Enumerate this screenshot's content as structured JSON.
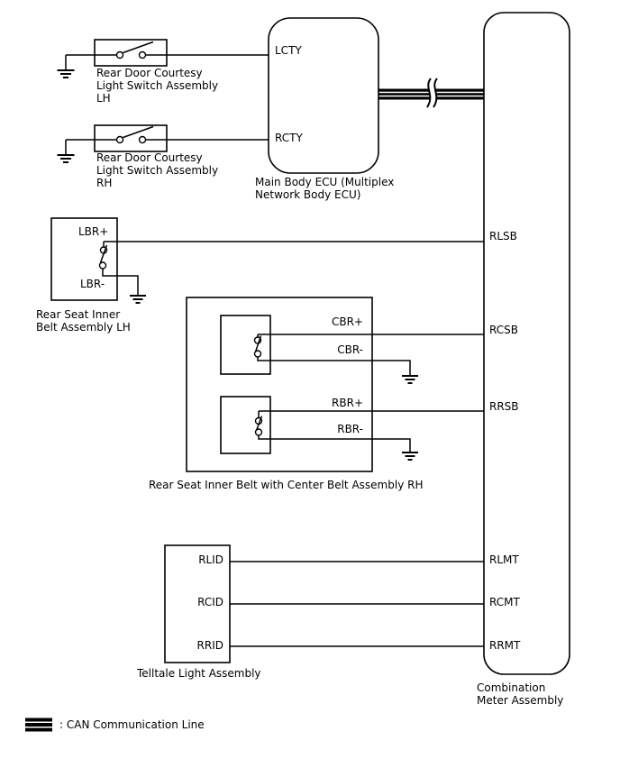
{
  "components": {
    "lh_courtesy_switch": {
      "caption": "Rear Door Courtesy\nLight Switch Assembly\nLH"
    },
    "rh_courtesy_switch": {
      "caption": "Rear Door Courtesy\nLight Switch Assembly\nRH"
    },
    "ecu": {
      "caption": "Main Body ECU (Multiplex\nNetwork Body ECU)",
      "pin_lcty": "LCTY",
      "pin_rcty": "RCTY"
    },
    "belt_lh": {
      "caption": "Rear Seat Inner\nBelt Assembly LH",
      "pin_plus": "LBR+",
      "pin_minus": "LBR-"
    },
    "belt_rh": {
      "caption": "Rear Seat Inner Belt with Center Belt Assembly RH",
      "pin_cbr_plus": "CBR+",
      "pin_cbr_minus": "CBR-",
      "pin_rbr_plus": "RBR+",
      "pin_rbr_minus": "RBR-"
    },
    "telltale": {
      "caption": "Telltale Light Assembly",
      "pin_rlid": "RLID",
      "pin_rcid": "RCID",
      "pin_rrid": "RRID"
    },
    "meter": {
      "caption": "Combination\nMeter Assembly",
      "pin_rlsb": "RLSB",
      "pin_rcsb": "RCSB",
      "pin_rrsb": "RRSB",
      "pin_rlmt": "RLMT",
      "pin_rcmt": "RCMT",
      "pin_rrmt": "RRMT"
    }
  },
  "legend": {
    "can_label": ": CAN Communication Line"
  },
  "colors": {
    "line": "#000000",
    "background": "#ffffff"
  }
}
